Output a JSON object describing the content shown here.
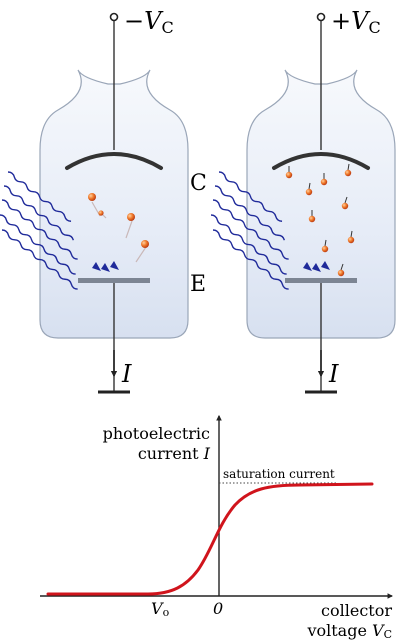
{
  "tube_left": {
    "polarity_sign": "−",
    "voltage_symbol": "V",
    "voltage_subscript": "C",
    "collector_label": "C",
    "emitter_label": "E",
    "current_label": "I"
  },
  "tube_right": {
    "polarity_sign": "+",
    "voltage_symbol": "V",
    "voltage_subscript": "C",
    "current_label": "I"
  },
  "graph": {
    "ylabel_line1": "photoelectric",
    "ylabel_line2_text": "current ",
    "ylabel_line2_symbol": "I",
    "saturation_label": "saturation current",
    "stopping_voltage_symbol": "V",
    "stopping_voltage_subscript": "o",
    "origin_label": "0",
    "xlabel_line1": "collector",
    "xlabel_line2_text": "voltage ",
    "xlabel_line2_symbol": "V",
    "xlabel_line2_subscript": "C"
  },
  "colors": {
    "tube_fill": "#e8eef8",
    "tube_stroke": "#9aa6b8",
    "photon": "#1f2a9a",
    "electron": "#e0531f",
    "curve": "#d0141c"
  }
}
